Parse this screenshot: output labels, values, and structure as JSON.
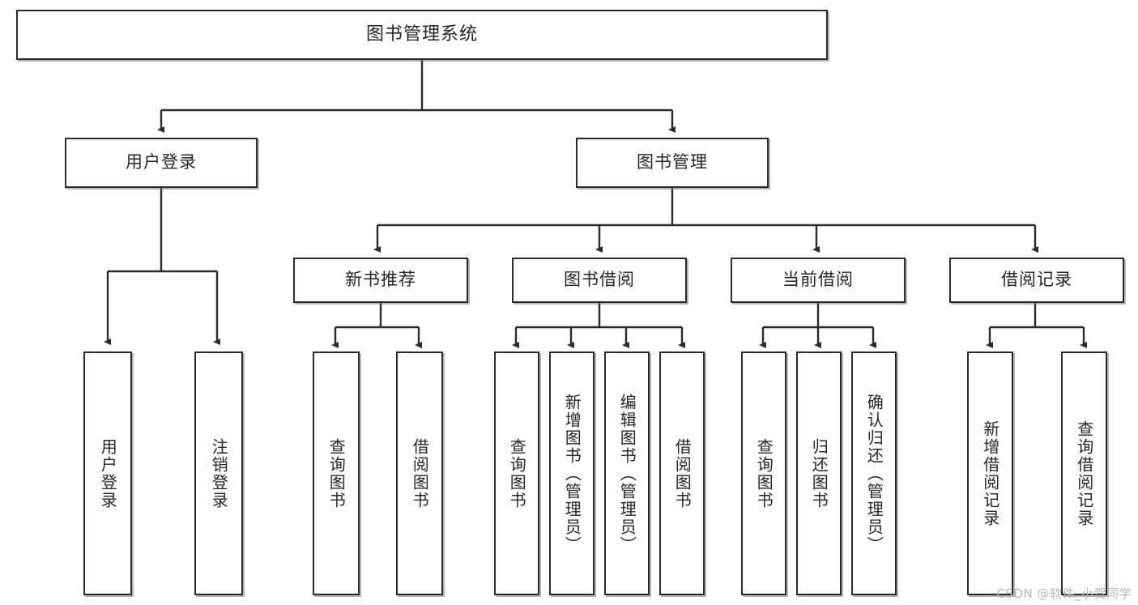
{
  "diagram": {
    "type": "tree",
    "title": "图书管理系统",
    "watermark": "CSDN @软件_小贺同学",
    "colors": {
      "box_border": "#2b2b2b",
      "box_fill": "#ffffff",
      "connector": "#2b2b2b",
      "text": "#262626",
      "watermark": "#b6b6b6"
    },
    "root": {
      "label": "图书管理系统"
    },
    "level2": [
      {
        "label": "用户登录"
      },
      {
        "label": "图书管理"
      }
    ],
    "level3": [
      {
        "label": "新书推荐"
      },
      {
        "label": "图书借阅"
      },
      {
        "label": "当前借阅"
      },
      {
        "label": "借阅记录"
      }
    ],
    "leaves": {
      "user_login": [
        {
          "label": "用户登录"
        },
        {
          "label": "注销登录"
        }
      ],
      "new_book": [
        {
          "label": "查询图书"
        },
        {
          "label": "借阅图书"
        }
      ],
      "book_borrow": [
        {
          "label": "查询图书"
        },
        {
          "label": "新增图书（管理员）"
        },
        {
          "label": "编辑图书（管理员）"
        },
        {
          "label": "借阅图书"
        }
      ],
      "current_borrow": [
        {
          "label": "查询图书"
        },
        {
          "label": "归还图书"
        },
        {
          "label": "确认归还（管理员）"
        }
      ],
      "borrow_record": [
        {
          "label": "新增借阅记录"
        },
        {
          "label": "查询借阅记录"
        }
      ]
    }
  }
}
